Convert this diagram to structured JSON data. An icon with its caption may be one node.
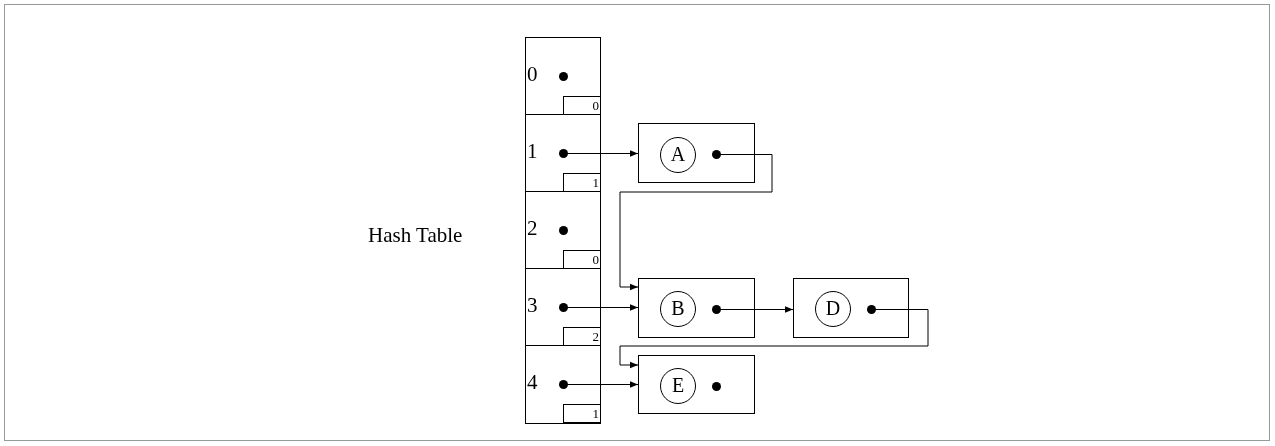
{
  "diagram": {
    "nodes": [
      {
        "text": [
          "0"
        ]
      },
      {
        "text": [
          "0"
        ],
        "in": 0
      },
      {
        "text": [
          "1"
        ]
      },
      {
        "text": [
          "1"
        ],
        "in": 2
      },
      {
        "text": [],
        "shape": "box"
      },
      {
        "text": [
          "A"
        ],
        "in": 4
      },
      {
        "text": [
          "2"
        ]
      },
      {
        "text": [
          "0"
        ],
        "in": 6
      },
      {
        "text": [
          "3"
        ]
      },
      {
        "text": [
          "2"
        ],
        "in": 8
      },
      {
        "text": [],
        "shape": "box"
      },
      {
        "text": [
          "B"
        ],
        "in": 10
      },
      {
        "text": [],
        "shape": "box"
      },
      {
        "text": [
          "D"
        ],
        "in": 12
      },
      {
        "text": [
          "4"
        ]
      },
      {
        "text": [
          "1"
        ],
        "in": 14
      },
      {
        "text": [],
        "shape": "box"
      },
      {
        "text": [
          "E"
        ],
        "in": 16
      }
    ],
    "edges": [
      {
        "from": 2,
        "to": 4,
        "arrow": "to"
      },
      {
        "from": 4,
        "to": 10,
        "arrow": "to"
      },
      {
        "from": 8,
        "to": 10,
        "arrow": "to"
      },
      {
        "from": 10,
        "to": 12,
        "arrow": "to"
      },
      {
        "from": 12,
        "to": 16,
        "arrow": "to"
      },
      {
        "from": 14,
        "to": 16,
        "arrow": "to"
      }
    ],
    "labels": [
      "Hash Table"
    ]
  }
}
